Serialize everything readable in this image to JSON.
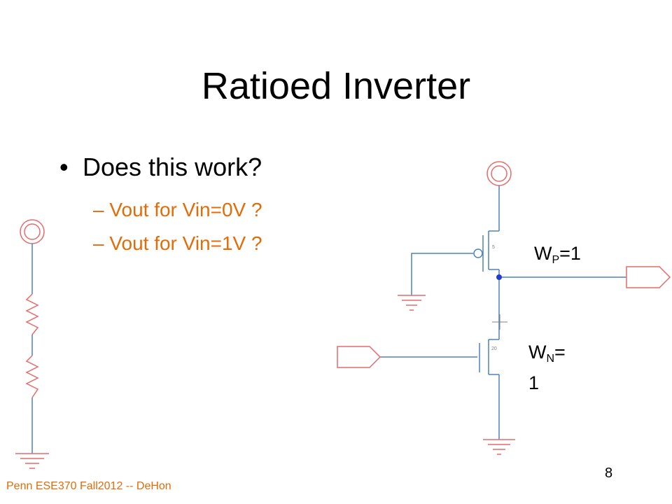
{
  "slide": {
    "title": "Ratioed Inverter",
    "bullet": "Does this work?",
    "subbullets": [
      "Vout for Vin=0V ?",
      "Vout for Vin=1V ?"
    ],
    "dash": "–",
    "bullet_mark": "•",
    "wp_label": {
      "main": "W",
      "sub": "P",
      "rest": "=1"
    },
    "wn_label": {
      "main": "W",
      "sub": "N",
      "rest": "=",
      "line2": "1"
    },
    "transistor_p_size": "5",
    "transistor_n_size": "20",
    "footer": "Penn ESE370 Fall2012 -- DeHon",
    "page_number": "8"
  },
  "colors": {
    "wire": "#4f81bd",
    "component": "#e46c6c",
    "accent": "#e36c09",
    "node_dot": "#1f3fd0"
  }
}
